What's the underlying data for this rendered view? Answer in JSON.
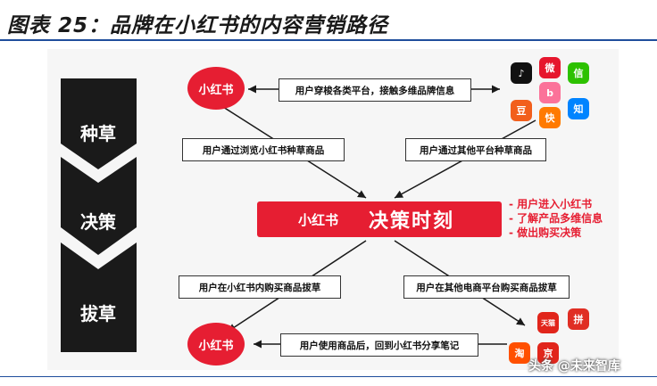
{
  "title": "图表 25：品牌在小红书的内容营销路径",
  "stages": [
    "种草",
    "决策",
    "拔草"
  ],
  "xhs_logo": "小红书",
  "boxes": {
    "top_center": "用户穿梭各类平台，接触多维品牌信息",
    "upper_left": "用户通过浏览小红书种草商品",
    "upper_right": "用户通过其他平台种草商品",
    "lower_left": "用户在小红书内购买商品拔草",
    "lower_right": "用户在其他电商平台购买商品拔草",
    "bottom_center": "用户使用商品后，回到小红书分享笔记"
  },
  "decision": {
    "logo": "小红书",
    "label": "决策时刻"
  },
  "bullets": [
    "- 用户进入小红书",
    "- 了解产品多维信息",
    "- 做出购买决策"
  ],
  "apps_top": [
    {
      "icon": "tiktok-icon",
      "glyph": "♪",
      "color": "#111111"
    },
    {
      "icon": "weibo-icon",
      "glyph": "微",
      "color": "#e6162d"
    },
    {
      "icon": "wechat-icon",
      "glyph": "信",
      "color": "#2dc100"
    },
    {
      "icon": "bilibili-icon",
      "glyph": "b",
      "color": "#fb7299"
    },
    {
      "icon": "douban-icon",
      "glyph": "豆",
      "color": "#f25f1c"
    },
    {
      "icon": "kuaishou-icon",
      "glyph": "快",
      "color": "#ff7a00"
    },
    {
      "icon": "zhihu-icon",
      "glyph": "知",
      "color": "#0084ff"
    }
  ],
  "apps_bottom": [
    {
      "icon": "tmall-icon",
      "glyph": "天猫",
      "color": "#e1251b"
    },
    {
      "icon": "pinduoduo-icon",
      "glyph": "拼",
      "color": "#e02e24"
    },
    {
      "icon": "taobao-icon",
      "glyph": "淘",
      "color": "#ff5000"
    },
    {
      "icon": "jd-icon",
      "glyph": "京",
      "color": "#e1251b"
    }
  ],
  "watermark": "头条 @未来智库",
  "colors": {
    "brand_red": "#e61e32",
    "chevron": "#1a1a1a",
    "title_rule": "#1f4e9c"
  }
}
